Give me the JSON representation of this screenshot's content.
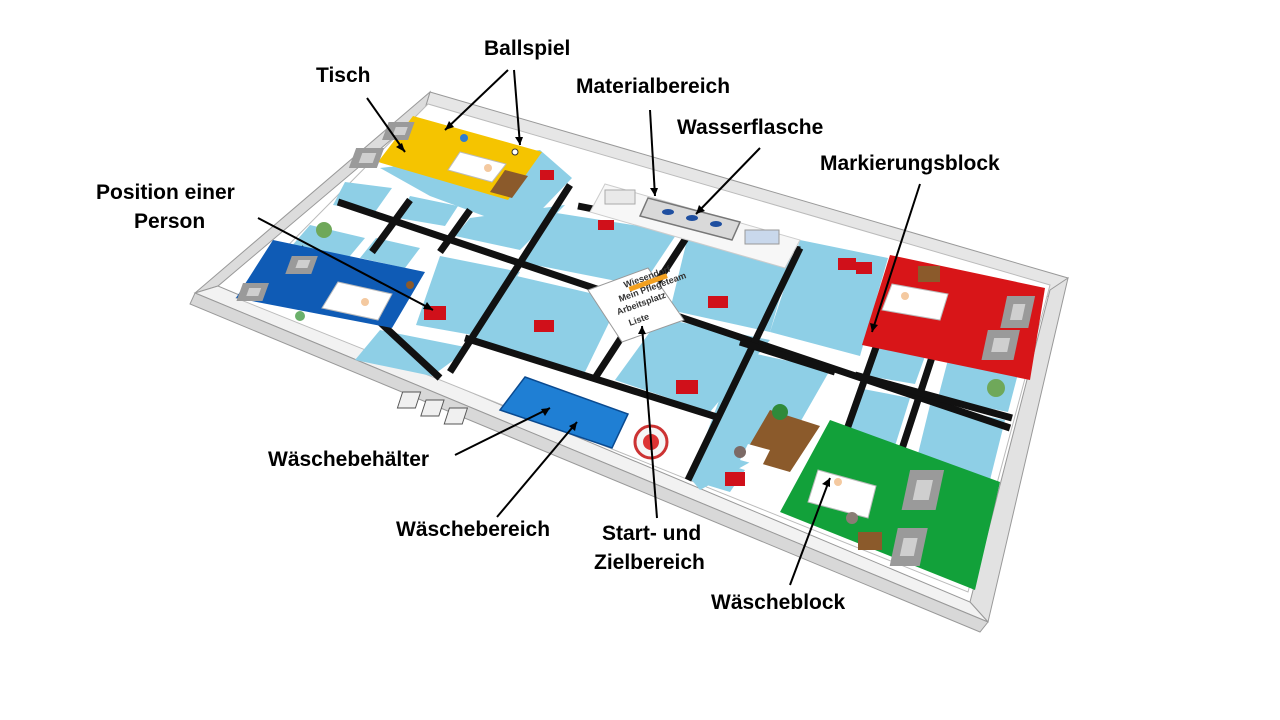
{
  "labels": {
    "tisch": "Tisch",
    "ballspiel": "Ballspiel",
    "materialbereich": "Materialbereich",
    "wasserflasche": "Wasserflasche",
    "markierungsblock": "Markierungsblock",
    "position_line1": "Position einer",
    "position_line2": "Person",
    "waeschebehaelter": "Wäschebehälter",
    "waeschebereich": "Wäschebereich",
    "start_line1": "Start- und",
    "start_line2": "Zielbereich",
    "waescheblock": "Wäscheblock"
  },
  "center_board": {
    "lines": [
      "Wiesendorf",
      "Mein Pflegeteam",
      "Arbeitsplatz",
      "Liste"
    ]
  },
  "colors": {
    "yellow_room": "#F5C400",
    "blue_room": "#0F5BB5",
    "red_room": "#D81518",
    "green_room": "#12A13A",
    "light_blue": "#8ECFE6",
    "road": "#111111",
    "marker": "#D0101A",
    "wall": "#F4F4F4"
  }
}
